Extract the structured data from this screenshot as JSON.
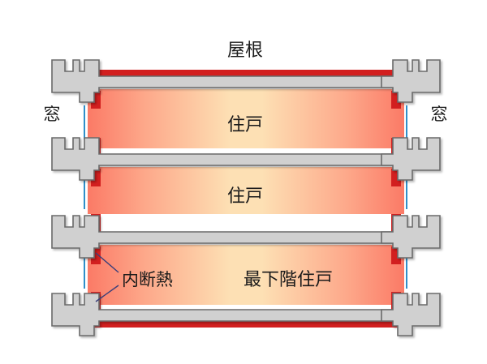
{
  "labels": {
    "roof": "屋根",
    "window_left": "窓",
    "window_right": "窓",
    "unit_upper": "住戸",
    "unit_middle": "住戸",
    "unit_lowest": "最下階住戸",
    "interior_insulation": "内断熱"
  },
  "colors": {
    "slab_fill": "#d0d0d0",
    "slab_stroke": "#6a6a6a",
    "insulation_red": "#d21f1f",
    "room_warm_edge": "#fb7a66",
    "room_center": "#fde0b4",
    "window_blue": "#2f8fc9",
    "leader_line": "#3a3f7a"
  },
  "icons": {
    "slab_profile": "slab-cross-section-icon"
  }
}
